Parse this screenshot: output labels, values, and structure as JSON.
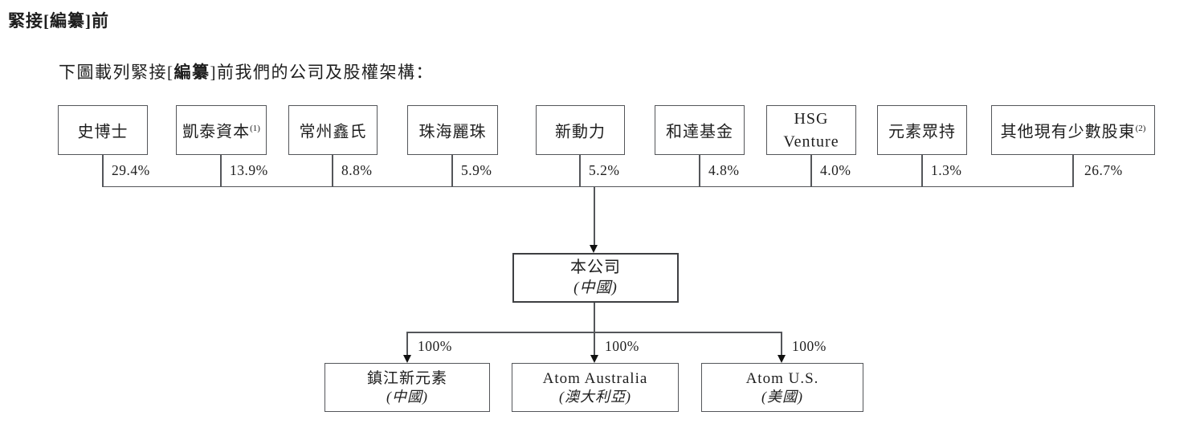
{
  "page": {
    "heading": "緊接[編纂]前",
    "subtitle_pre": "下圖載列緊接[",
    "subtitle_redact": "編纂",
    "subtitle_post": "]前我們的公司及股權架構："
  },
  "structure": {
    "shareholders": [
      {
        "name": "史博士",
        "sup": "",
        "pct": "29.4%"
      },
      {
        "name": "凱泰資本",
        "sup": "(1)",
        "pct": "13.9%"
      },
      {
        "name": "常州鑫氏",
        "sup": "",
        "pct": "8.8%"
      },
      {
        "name": "珠海麗珠",
        "sup": "",
        "pct": "5.9%"
      },
      {
        "name": "新動力",
        "sup": "",
        "pct": "5.2%"
      },
      {
        "name": "和達基金",
        "sup": "",
        "pct": "4.8%"
      },
      {
        "name": "HSG\nVenture",
        "sup": "",
        "pct": "4.0%"
      },
      {
        "name": "元素眾持",
        "sup": "",
        "pct": "1.3%"
      },
      {
        "name": "其他現有少數股東",
        "sup": "(2)",
        "pct": "26.7%"
      }
    ],
    "company": {
      "name": "本公司",
      "location": "(中國)"
    },
    "subsidiaries": [
      {
        "name": "鎮江新元素",
        "location": "(中國)",
        "pct": "100%"
      },
      {
        "name": "Atom Australia",
        "location": "(澳大利亞)",
        "pct": "100%"
      },
      {
        "name": "Atom U.S.",
        "location": "(美國)",
        "pct": "100%"
      }
    ]
  }
}
